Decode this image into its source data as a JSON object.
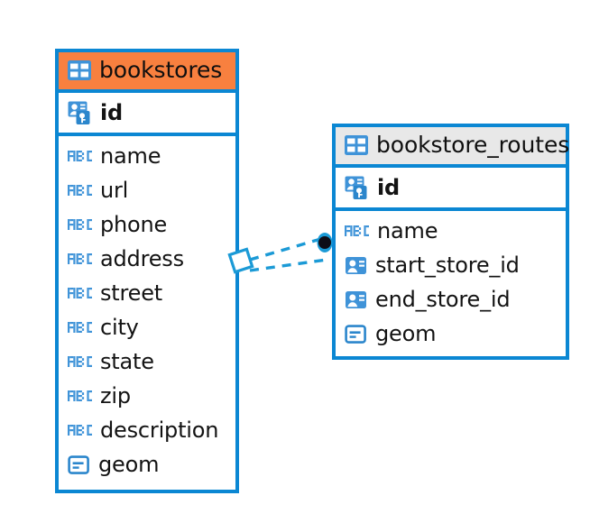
{
  "diagram": {
    "type": "entity-relationship-diagram",
    "background_color": "#ffffff",
    "accent_color": "#0b87d3",
    "highlight_color": "#f8803f"
  },
  "entities": [
    {
      "name": "bookstores",
      "header_color": "#f8803f",
      "header_icon": "table-icon",
      "primary_key": {
        "name": "id",
        "icon": "primary-key-icon"
      },
      "columns": [
        {
          "name": "name",
          "icon": "abc-text-icon"
        },
        {
          "name": "url",
          "icon": "abc-text-icon"
        },
        {
          "name": "phone",
          "icon": "abc-text-icon"
        },
        {
          "name": "address",
          "icon": "abc-text-icon"
        },
        {
          "name": "street",
          "icon": "abc-text-icon"
        },
        {
          "name": "city",
          "icon": "abc-text-icon"
        },
        {
          "name": "state",
          "icon": "abc-text-icon"
        },
        {
          "name": "zip",
          "icon": "abc-text-icon"
        },
        {
          "name": "description",
          "icon": "abc-text-icon"
        },
        {
          "name": "geom",
          "icon": "geometry-icon"
        }
      ]
    },
    {
      "name": "bookstore_routes",
      "header_color": "#e8e8e8",
      "header_icon": "table-icon",
      "primary_key": {
        "name": "id",
        "icon": "primary-key-icon"
      },
      "columns": [
        {
          "name": "name",
          "icon": "abc-text-icon"
        },
        {
          "name": "start_store_id",
          "icon": "foreign-key-icon"
        },
        {
          "name": "end_store_id",
          "icon": "foreign-key-icon"
        },
        {
          "name": "geom",
          "icon": "geometry-icon"
        }
      ]
    }
  ],
  "relationship": {
    "from": "bookstores",
    "to": "bookstore_routes",
    "line_style": "dashed",
    "line_color": "#1b9ad6",
    "source_marker": "diamond",
    "target_marker": "filled-circle"
  }
}
